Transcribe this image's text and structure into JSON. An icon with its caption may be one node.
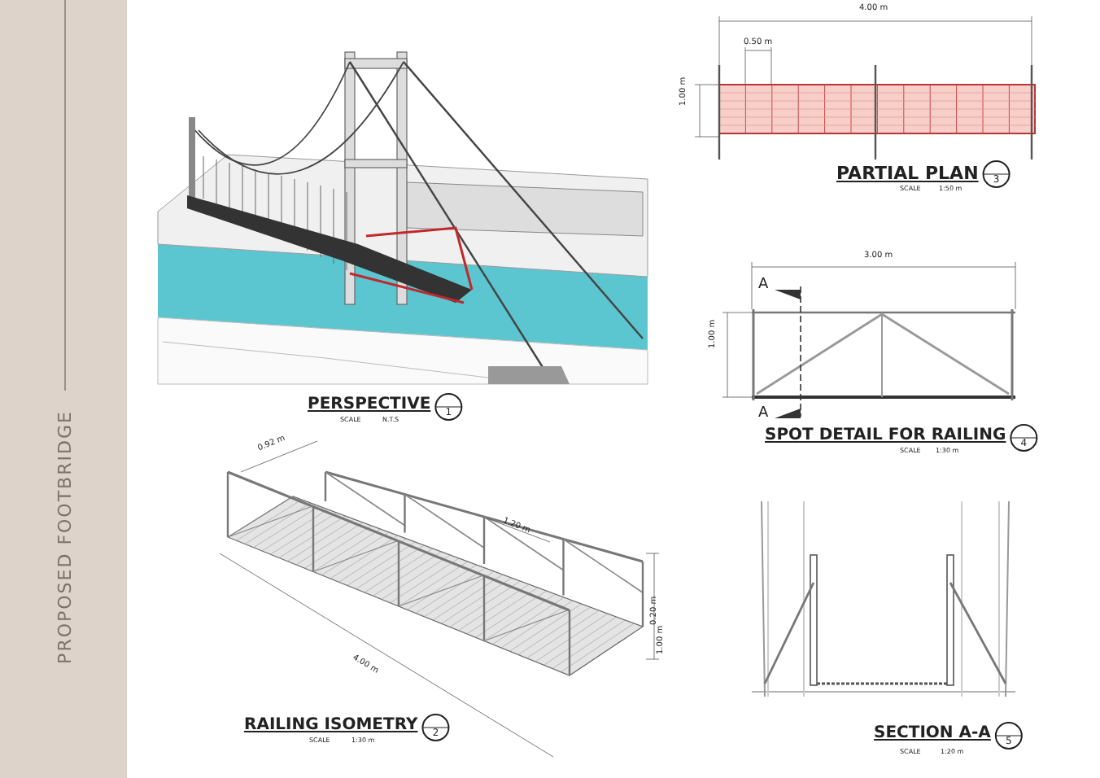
{
  "diagram": {
    "title": "PROPOSED FOOTBRIDGE",
    "labels": [
      "4.00 m",
      "0.50 m",
      "1.00 m",
      "PARTIAL PLAN",
      "SCALE",
      "1:50 m",
      "3",
      "3.00 m",
      "A",
      "1.00 m",
      "A",
      "SPOT DETAIL FOR RAILING",
      "SCALE",
      "1:30 m",
      "4",
      "PERSPECTIVE",
      "SCALE",
      "N.T.S",
      "1",
      "0.92 m",
      "1.20 m",
      "0.20 m",
      "1.00 m",
      "4.00 m",
      "RAILING ISOMETRY",
      "SCALE",
      "1:30 m",
      "2",
      "SECTION A-A",
      "SCALE",
      "1:20 m",
      "5"
    ]
  }
}
